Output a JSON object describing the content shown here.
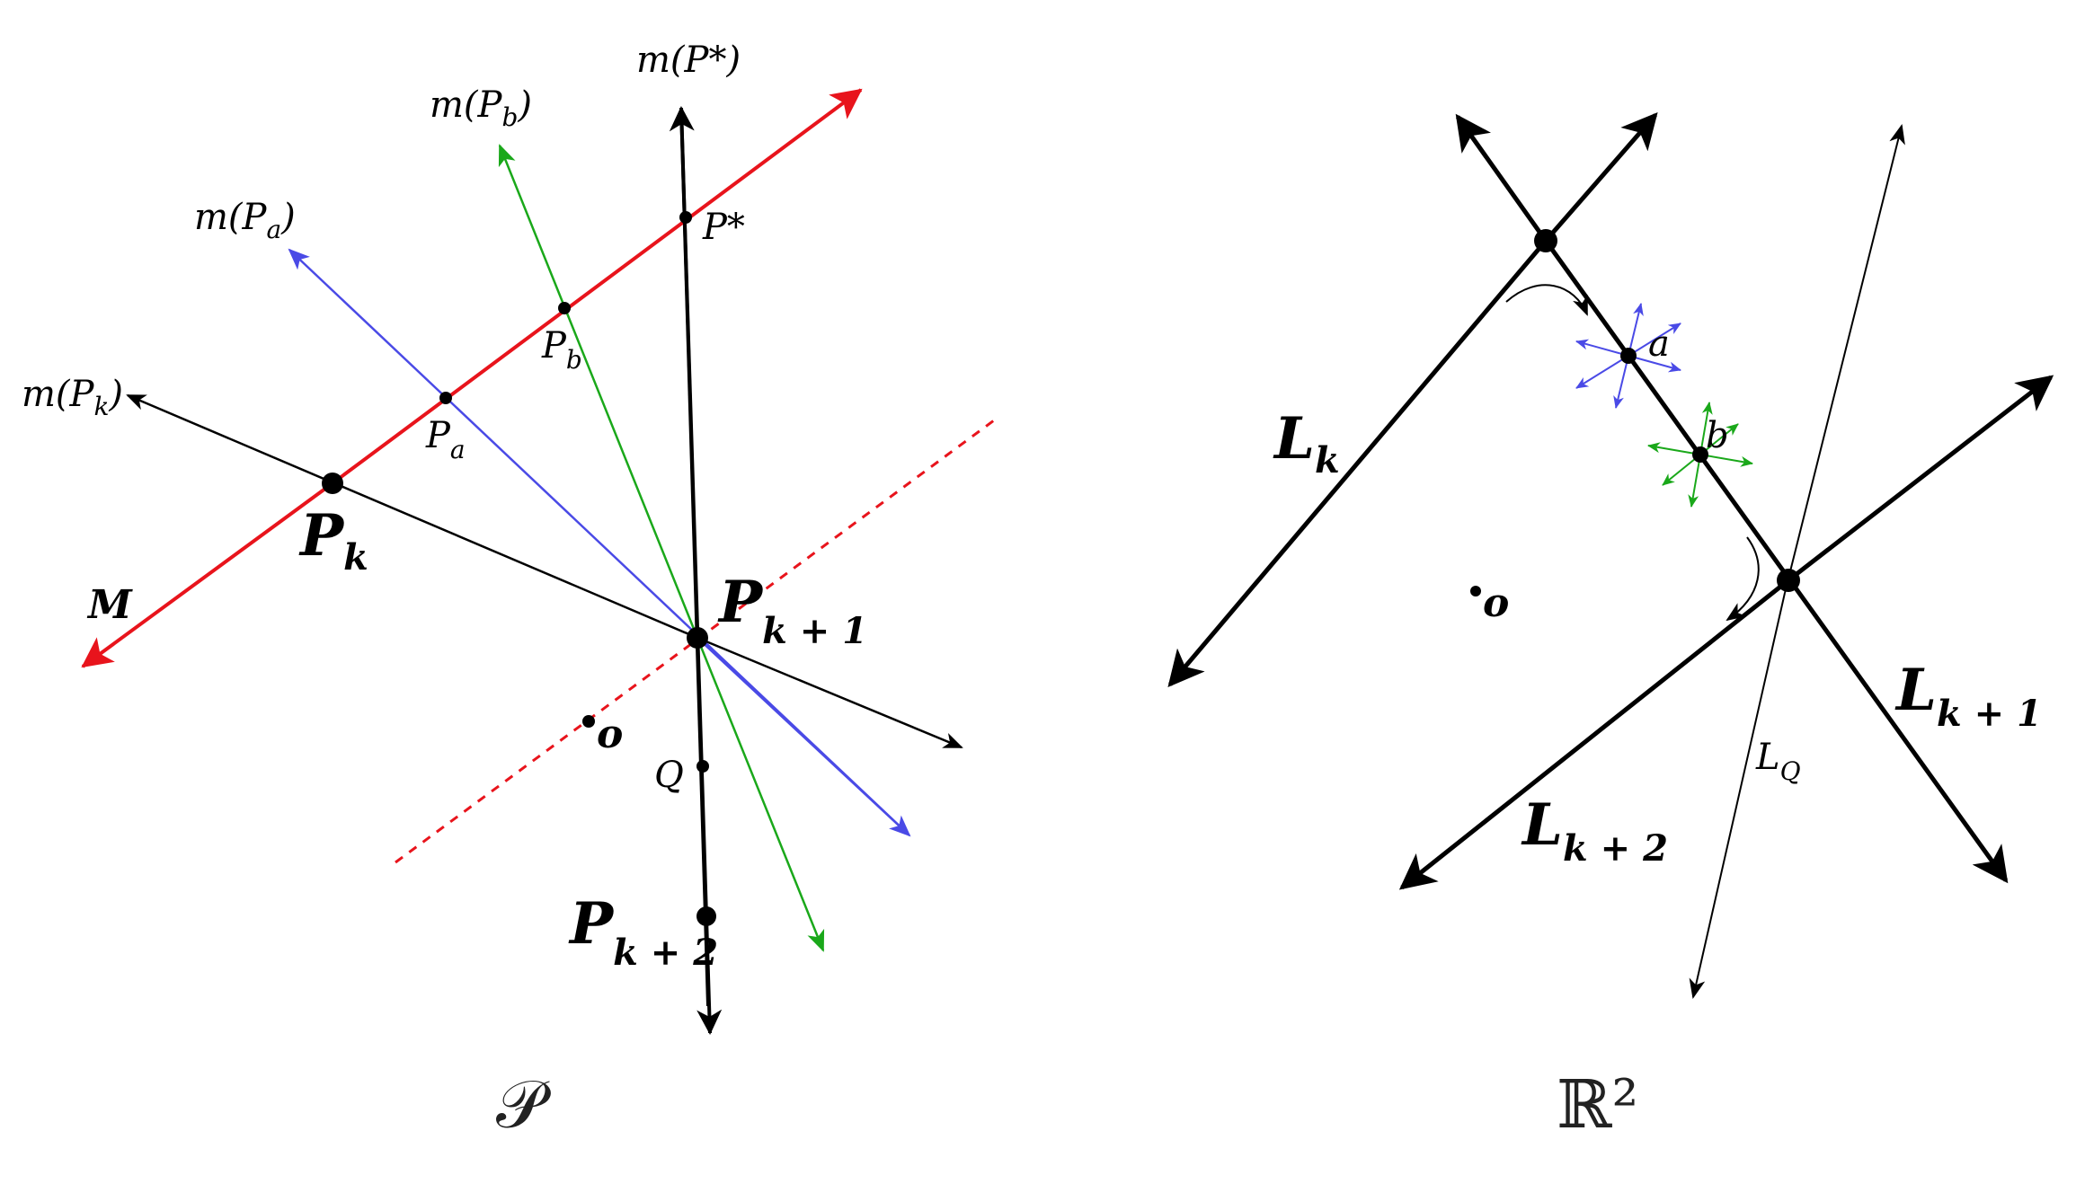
{
  "panels": {
    "left": {
      "caption": "𝒫",
      "labels": {
        "m_pstar": "m(P*)",
        "m_pb": "m(P",
        "m_pb_sub": "b",
        "m_pa": "m(P",
        "m_pa_sub": "a",
        "m_pk": "m(P",
        "m_pk_sub": "k",
        "pstar": "P*",
        "pb": "P",
        "pb_sub": "b",
        "pa": "P",
        "pa_sub": "a",
        "pk": "P",
        "pk_sub": "k",
        "pk1": "P",
        "pk1_sub": "k + 1",
        "pk2": "P",
        "pk2_sub": "k + 2",
        "m_line": "M",
        "q": "Q",
        "o": "o",
        "close_paren": ")"
      }
    },
    "right": {
      "caption": "ℝ²",
      "labels": {
        "lk": "L",
        "lk_sub": "k",
        "lk1": "L",
        "lk1_sub": "k + 1",
        "lk2": "L",
        "lk2_sub": "k + 2",
        "lq": "L",
        "lq_sub": "Q",
        "a": "a",
        "b": "b",
        "o": "o"
      }
    }
  },
  "colors": {
    "black": "#000000",
    "red": "#e8141c",
    "blue": "#4a4ae6",
    "green": "#1aa81a"
  }
}
